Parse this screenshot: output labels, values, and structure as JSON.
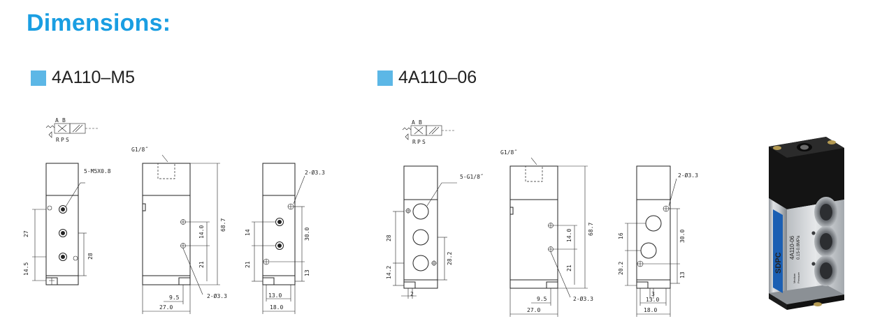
{
  "page": {
    "title": "Dimensions:"
  },
  "sections": [
    {
      "model": "4A110–M5",
      "symbol_ports": {
        "a": "A",
        "b": "B",
        "r": "R",
        "p": "P",
        "s": "S"
      },
      "labels": {
        "ports": "5-M5X0.8",
        "thread": "G1/8˝",
        "holes_top": "2-Ø3.3",
        "holes_bottom": "2-Ø3.3",
        "d27": "27",
        "d14_5": "14.5",
        "d28": "28",
        "d14_0": "14.0",
        "d68_7": "68.7",
        "d21_mid": "21",
        "d9_5": "9.5",
        "w27_0": "27.0",
        "d14_side": "14",
        "d21_side": "21",
        "d30_0": "30.0",
        "d13_side": "13",
        "w13_0": "13.0",
        "w18_0": "18.0"
      }
    },
    {
      "model": "4A110–06",
      "symbol_ports": {
        "a": "A",
        "b": "B",
        "r": "R",
        "p": "P",
        "s": "S"
      },
      "labels": {
        "ports": "5-G1/8˝",
        "thread": "G1/8˝",
        "holes_top": "2-Ø3.3",
        "holes_bottom": "2-Ø3.3",
        "d28": "28",
        "d14_2": "14.2",
        "d28_2": "28.2",
        "d2": "2",
        "d14_0": "14.0",
        "d68_7": "68.7",
        "d21_mid": "21",
        "d9_5": "9.5",
        "w27_0": "27.0",
        "d16": "16",
        "d20_2": "20.2",
        "d30_0": "30.0",
        "d13_side": "13",
        "d3": "3",
        "w13_0": "13.0",
        "w18_0": "18.0"
      }
    }
  ],
  "product_photo": {
    "brand": "SDPC",
    "model": "4A110-06",
    "pressure": "0.15-0.8MPa",
    "fluid_label": "Medium",
    "pressure_label": "Pressure"
  },
  "colors": {
    "title": "#1a9ee2",
    "marker": "#5cb7e6"
  }
}
